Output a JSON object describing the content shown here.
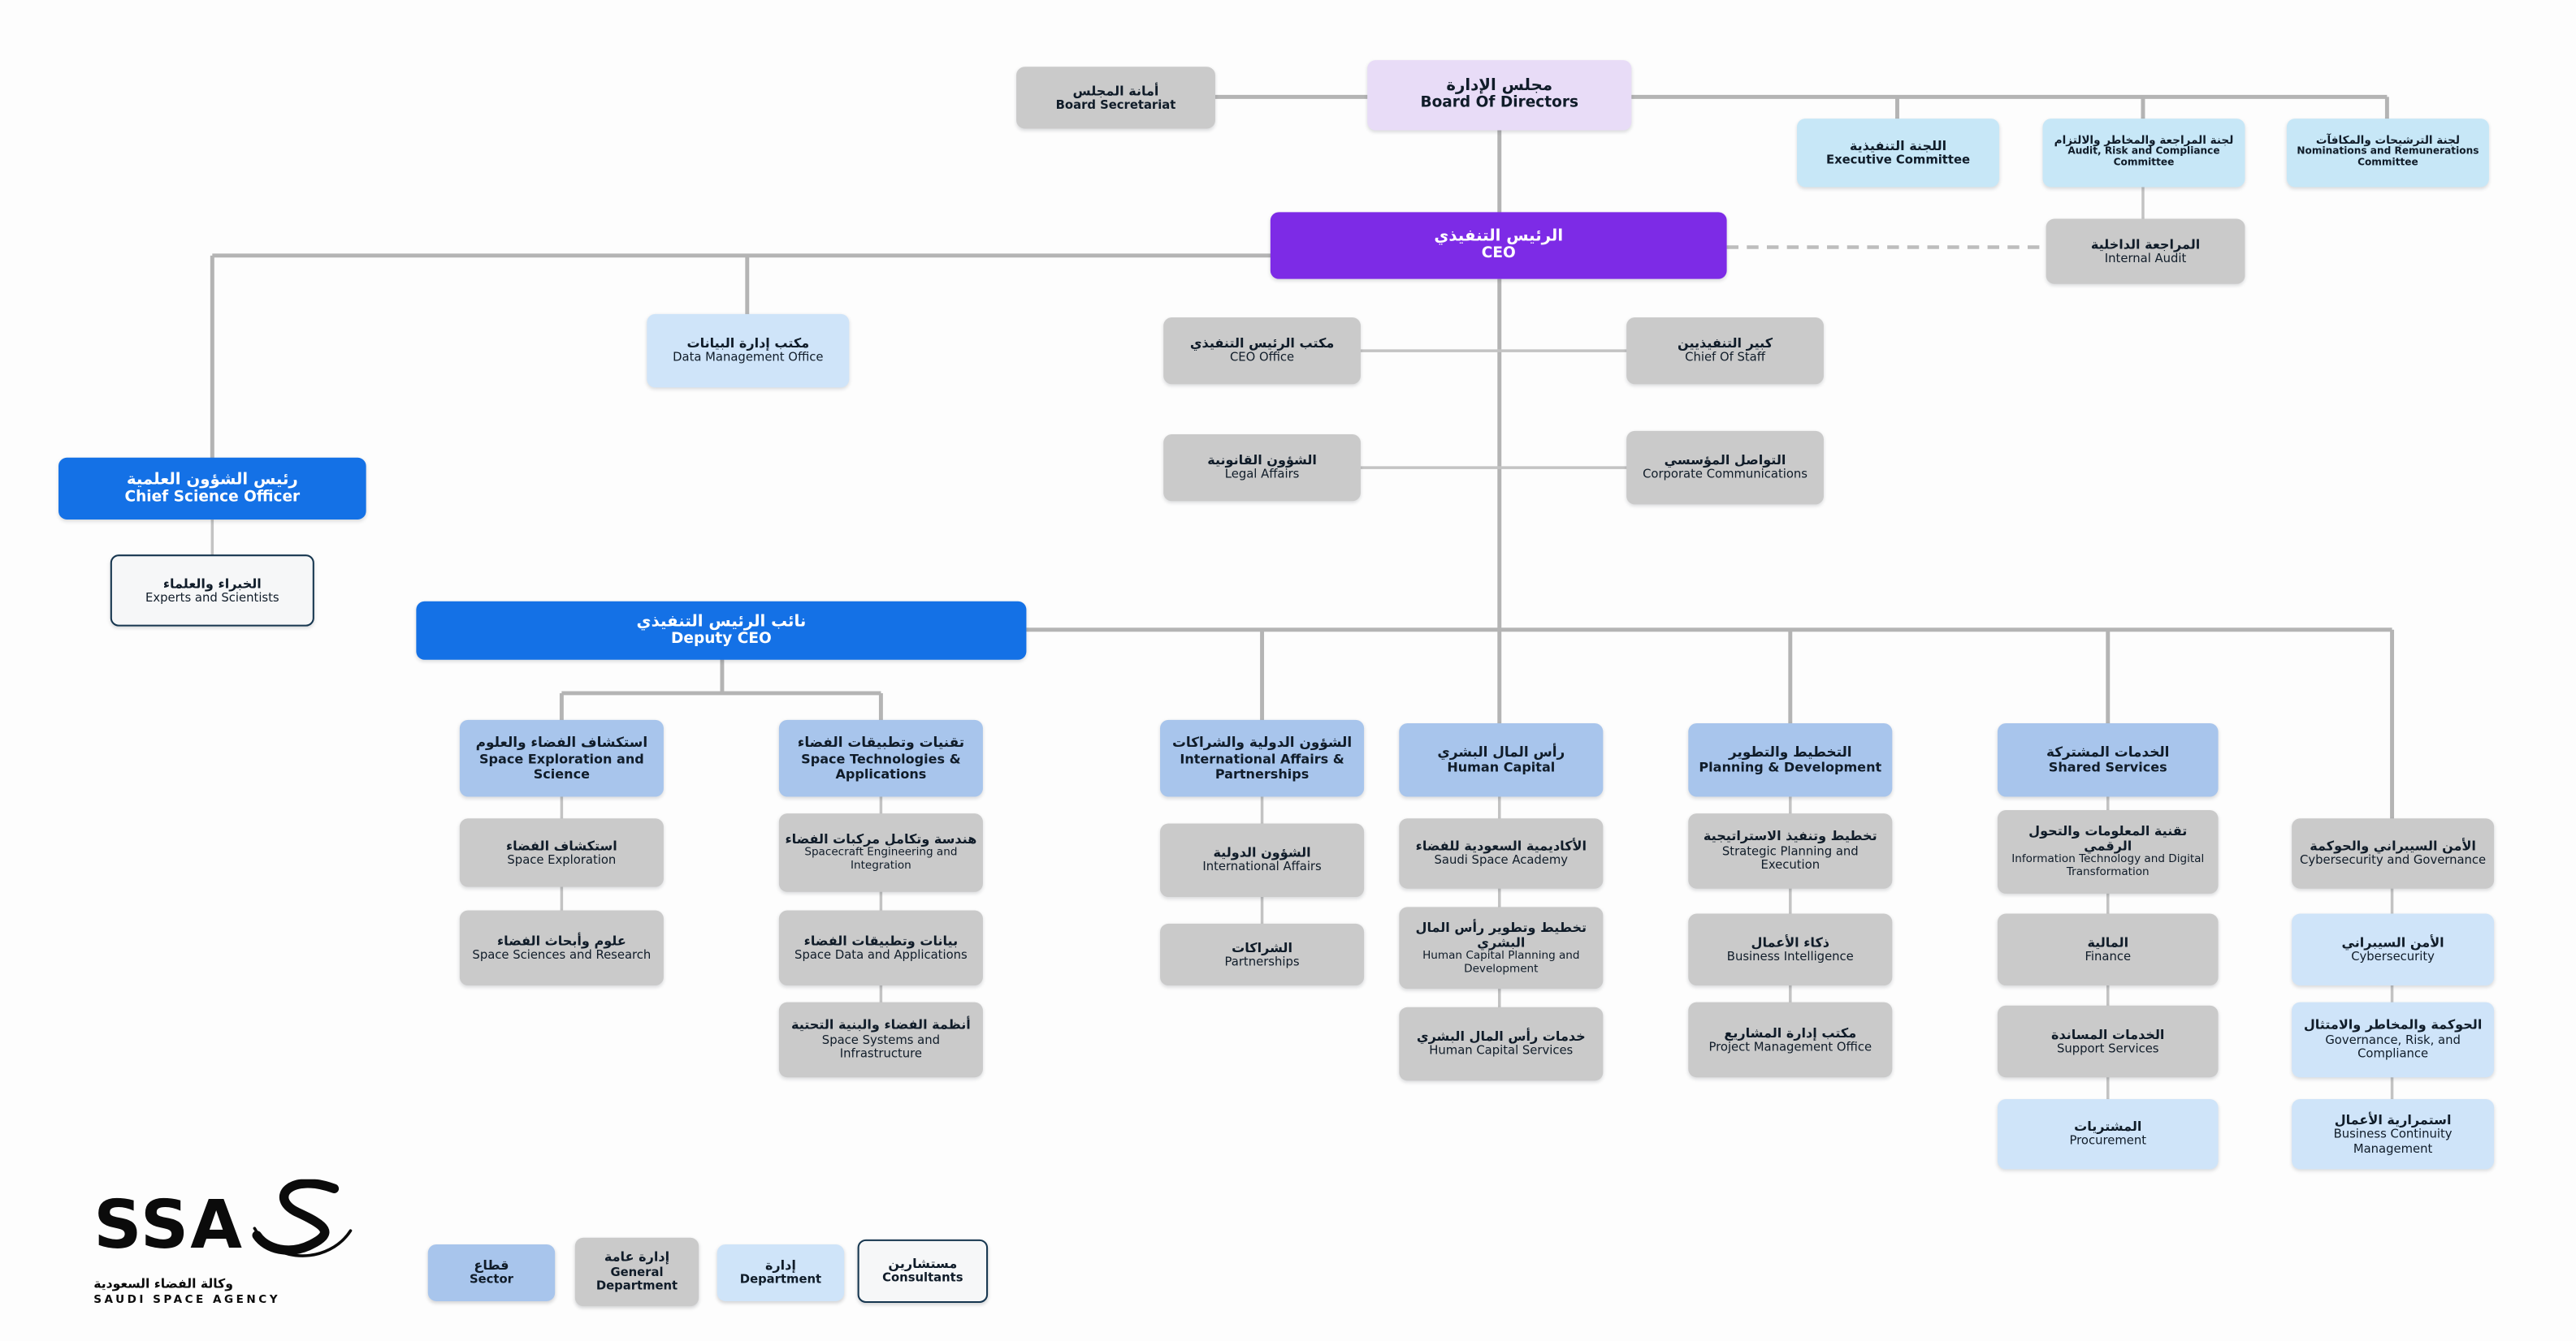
{
  "org": {
    "board_secretariat": {
      "ar": "أمانة المجلس",
      "en": "Board Secretariat"
    },
    "board_of_directors": {
      "ar": "مجلس الإدارة",
      "en": "Board Of Directors"
    },
    "executive_committee": {
      "ar": "اللجنة التنفيذية",
      "en": "Executive Committee"
    },
    "audit_committee": {
      "ar": "لجنة المراجعة والمخاطر والالتزام",
      "en": "Audit, Risk and Compliance Committee"
    },
    "nominations_committee": {
      "ar": "لجنة الترشيحات والمكافآت",
      "en": "Nominations and Remunerations Committee"
    },
    "ceo": {
      "ar": "الرئيس التنفيذي",
      "en": "CEO"
    },
    "internal_audit": {
      "ar": "المراجعة الداخلية",
      "en": "Internal Audit"
    },
    "data_management_office": {
      "ar": "مكتب إدارة البيانات",
      "en": "Data Management Office"
    },
    "ceo_office": {
      "ar": "مكتب الرئيس التنفيذي",
      "en": "CEO Office"
    },
    "chief_of_staff": {
      "ar": "كبير التنفيذيين",
      "en": "Chief Of Staff"
    },
    "legal_affairs": {
      "ar": "الشؤون القانونية",
      "en": "Legal Affairs"
    },
    "corporate_communications": {
      "ar": "التواصل المؤسسي",
      "en": "Corporate Communications"
    },
    "chief_science_officer": {
      "ar": "رئيس الشؤون العلمية",
      "en": "Chief Science Officer"
    },
    "experts_scientists": {
      "ar": "الخبراء والعلماء",
      "en": "Experts and Scientists"
    },
    "deputy_ceo": {
      "ar": "نائب الرئيس التنفيذي",
      "en": "Deputy CEO"
    },
    "space_exploration_science": {
      "ar": "استكشاف الفضاء والعلوم",
      "en": "Space Exploration and Science"
    },
    "space_exploration": {
      "ar": "استكشاف الفضاء",
      "en": "Space Exploration"
    },
    "space_sciences_research": {
      "ar": "علوم وأبحاث الفضاء",
      "en": "Space Sciences and Research"
    },
    "space_technologies": {
      "ar": "تقنيات وتطبيقات الفضاء",
      "en": "Space Technologies & Applications"
    },
    "spacecraft_engineering": {
      "ar": "هندسة وتكامل مركبات الفضاء",
      "en": "Spacecraft Engineering and Integration"
    },
    "space_data_applications": {
      "ar": "بيانات وتطبيقات الفضاء",
      "en": "Space Data and Applications"
    },
    "space_systems_infrastructure": {
      "ar": "أنظمة الفضاء والبنية التحتية",
      "en": "Space Systems and Infrastructure"
    },
    "international_affairs_partnerships": {
      "ar": "الشؤون الدولية والشراكات",
      "en": "International Affairs & Partnerships"
    },
    "international_affairs": {
      "ar": "الشؤون الدولية",
      "en": "International Affairs"
    },
    "partnerships": {
      "ar": "الشراكات",
      "en": "Partnerships"
    },
    "human_capital": {
      "ar": "رأس المال البشري",
      "en": "Human Capital"
    },
    "saudi_space_academy": {
      "ar": "الأكاديمية السعودية للفضاء",
      "en": "Saudi Space Academy"
    },
    "human_capital_planning": {
      "ar": "تخطيط وتطوير رأس المال البشري",
      "en": "Human Capital Planning and Development"
    },
    "human_capital_services": {
      "ar": "خدمات رأس المال البشري",
      "en": "Human Capital Services"
    },
    "planning_development": {
      "ar": "التخطيط والتطوير",
      "en": "Planning & Development"
    },
    "strategic_planning": {
      "ar": "تخطيط وتنفيذ الاستراتيجية",
      "en": "Strategic Planning and Execution"
    },
    "business_intelligence": {
      "ar": "ذكاء الأعمال",
      "en": "Business Intelligence"
    },
    "project_management_office": {
      "ar": "مكتب إدارة المشاريع",
      "en": "Project Management Office"
    },
    "shared_services": {
      "ar": "الخدمات المشتركة",
      "en": "Shared Services"
    },
    "it_digital": {
      "ar": "تقنية المعلومات والتحول الرقمي",
      "en": "Information Technology and Digital Transformation"
    },
    "finance": {
      "ar": "المالية",
      "en": "Finance"
    },
    "support_services": {
      "ar": "الخدمات المساندة",
      "en": "Support Services"
    },
    "procurement": {
      "ar": "المشتريات",
      "en": "Procurement"
    },
    "cybersecurity_governance": {
      "ar": "الأمن السيبراني والحوكمة",
      "en": "Cybersecurity and Governance"
    },
    "cybersecurity": {
      "ar": "الأمن السيبراني",
      "en": "Cybersecurity"
    },
    "grc": {
      "ar": "الحوكمة والمخاطر والامتثال",
      "en": "Governance, Risk, and Compliance"
    },
    "business_continuity": {
      "ar": "استمرارية الأعمال",
      "en": "Business Continuity Management"
    }
  },
  "legend": {
    "sector": {
      "ar": "قطاع",
      "en": "Sector"
    },
    "general_department": {
      "ar": "إدارة عامة",
      "en": "General Department"
    },
    "department": {
      "ar": "إدارة",
      "en": "Department"
    },
    "consultants": {
      "ar": "مستشارين",
      "en": "Consultants"
    }
  },
  "logo": {
    "text": "SSA",
    "ar": "وكالة الفضاء السعودية",
    "en": "SAUDI SPACE AGENCY"
  },
  "colors": {
    "ceo_purple": "#7d2be6",
    "board_lavender": "#e8dcf7",
    "executive_blue": "#1471e6",
    "sector_blue": "#a8c5ec",
    "general_department_gray": "#cacaca",
    "department_light_blue": "#cfe4f9",
    "committee_light_blue": "#c7e7f7",
    "connector_gray": "#b4b4b4"
  }
}
